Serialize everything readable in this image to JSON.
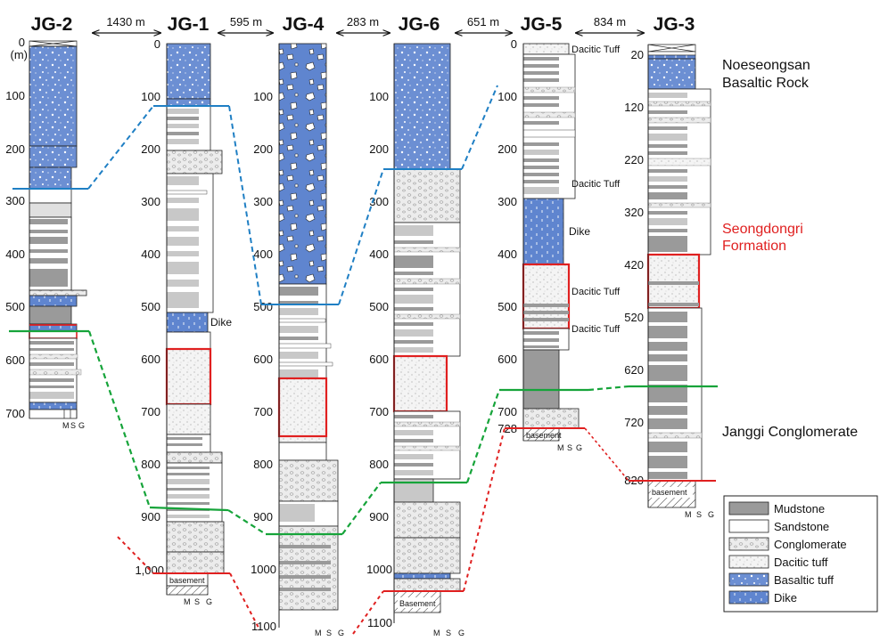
{
  "wells": [
    {
      "name": "JG-1"
    },
    {
      "name": "JG-2"
    },
    {
      "name": "JG-3"
    },
    {
      "name": "JG-4"
    },
    {
      "name": "JG-5"
    },
    {
      "name": "JG-6"
    }
  ],
  "spacings": [
    {
      "label": "1430 m"
    },
    {
      "label": "595 m"
    },
    {
      "label": "283 m"
    },
    {
      "label": "651 m"
    },
    {
      "label": "834 m"
    }
  ],
  "depth_unit": "(m)",
  "depth_ticks": {
    "jg2": [
      "0",
      "100",
      "200",
      "300",
      "400",
      "500",
      "600",
      "700"
    ],
    "jg1": [
      "0",
      "100",
      "200",
      "300",
      "400",
      "500",
      "600",
      "700",
      "800",
      "900",
      "1,000"
    ],
    "jg4": [
      "100",
      "200",
      "300",
      "400",
      "500",
      "600",
      "700",
      "800",
      "900",
      "1000",
      "1100"
    ],
    "jg6": [
      "100",
      "200",
      "300",
      "400",
      "500",
      "600",
      "700",
      "800",
      "900",
      "1000",
      "1100"
    ],
    "jg5": [
      "0",
      "100",
      "200",
      "300",
      "400",
      "500",
      "600",
      "700",
      "728"
    ],
    "jg3": [
      "20",
      "120",
      "220",
      "320",
      "420",
      "520",
      "620",
      "720",
      "820"
    ]
  },
  "grain_axis": {
    "m": "M",
    "s": "S",
    "g": "G"
  },
  "annotations": {
    "dike": "Dike",
    "dacitic_tuff": "Dacitic Tuff",
    "basement_lower": "basement",
    "basement_upper": "Basement"
  },
  "formations": {
    "noeseongsan_line1": "Noeseongsan",
    "noeseongsan_line2": "Basaltic Rock",
    "seongdongri_line1": "Seongdongri",
    "seongdongri_line2": "Formation",
    "janggi": "Janggi Conglomerate"
  },
  "legend": {
    "mudstone": "Mudstone",
    "sandstone": "Sandstone",
    "conglomerate": "Conglomerate",
    "dacitic_tuff": "Dacitic tuff",
    "basaltic_tuff": "Basaltic tuff",
    "dike": "Dike"
  },
  "colors": {
    "mudstone": "#9a9a9a",
    "mudstone_light": "#c8c8c8",
    "sandstone": "#ffffff",
    "conglomerate": "#ececec",
    "dacitic_tuff": "#f4f4f4",
    "basaltic_tuff": "#6c8fd3",
    "dike": "#5f85cf",
    "seongdongri": "#e02020",
    "line_blue": "#1f7fc4",
    "line_green": "#16a43a",
    "line_red": "#e02020"
  }
}
